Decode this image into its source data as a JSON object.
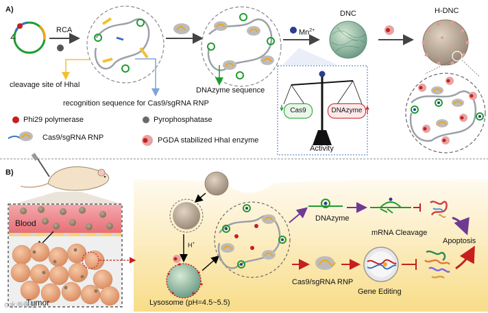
{
  "panel_a": {
    "label": "A)",
    "rca": "RCA",
    "mn": "Mn",
    "mn_sup": "2+",
    "dnc": "DNC",
    "hdnc": "H-DNC",
    "cleavage": "cleavage site of HhaI",
    "dnazyme_seq": "DNAzyme sequence",
    "recognition": "recognition sequence for Cas9/sgRNA RNP",
    "legend": {
      "phi29": "Phi29 polymerase",
      "pyro": "Pyrophosphatase",
      "cas9rnp": "Cas9/sgRNA RNP",
      "pgda": "PGDA stabilized HhaI enzyme"
    },
    "balance": {
      "left": "Cas9",
      "right": "DNAzyme",
      "caption": "Activity"
    }
  },
  "panel_b": {
    "label": "B)",
    "blood": "Blood",
    "tumor": "Tumor",
    "hplus": "H",
    "hplus_sup": "+",
    "lysosome": "Lysosome (pH=4.5~5.5)",
    "dnazyme": "DNAzyme",
    "mrna": "mRNA Cleavage",
    "apoptosis": "Apoptosis",
    "cas9rnp": "Cas9/sgRNA RNP",
    "gene": "Gene Editing",
    "watermark": "©水书偶遇"
  },
  "colors": {
    "green": "#1e9b2f",
    "orange": "#f2a51a",
    "yellow_band": "#f8e7a6",
    "blood": "#e8737a",
    "purple": "#6f3a93",
    "red_arrow": "#c51f1f",
    "blue_accent": "#3a6fc4"
  }
}
